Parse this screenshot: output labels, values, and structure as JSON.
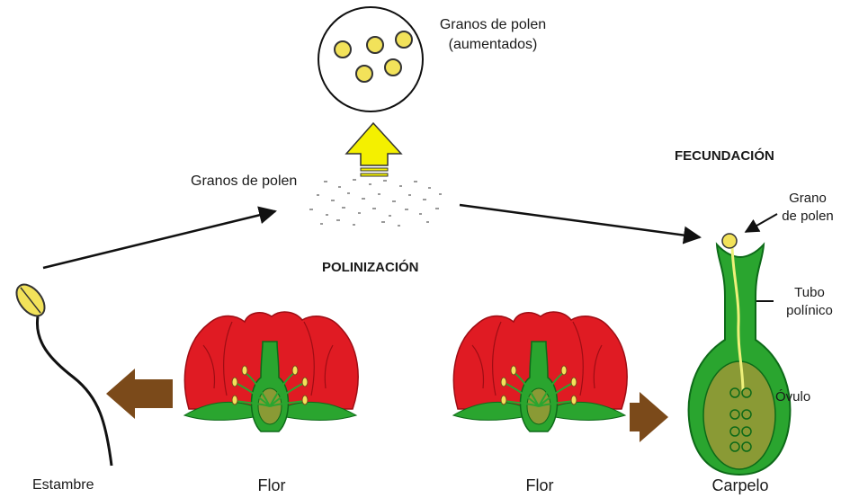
{
  "labels": {
    "pollen_magnified_line1": "Granos de polen",
    "pollen_magnified_line2": "(aumentados)",
    "pollen_grains": "Granos de polen",
    "pollination": "POLINIZACIÓN",
    "fertilization": "FECUNDACIÓN",
    "pollen_grain_line1": "Grano",
    "pollen_grain_line2": "de polen",
    "pollen_tube_line1": "Tubo",
    "pollen_tube_line2": "polínico",
    "ovule": "Óvulo",
    "stamen": "Estambre",
    "flower_left": "Flor",
    "flower_right": "Flor",
    "carpel": "Carpelo"
  },
  "colors": {
    "petal": "#e01b23",
    "petal_dark": "#9e0d14",
    "green": "#2aa52f",
    "green_dark": "#0d6a18",
    "ovary_inner": "#8a9a35",
    "pollen": "#f2e25a",
    "arrow_brown": "#7b4a1a",
    "arrow_yellow": "#f4f000"
  }
}
